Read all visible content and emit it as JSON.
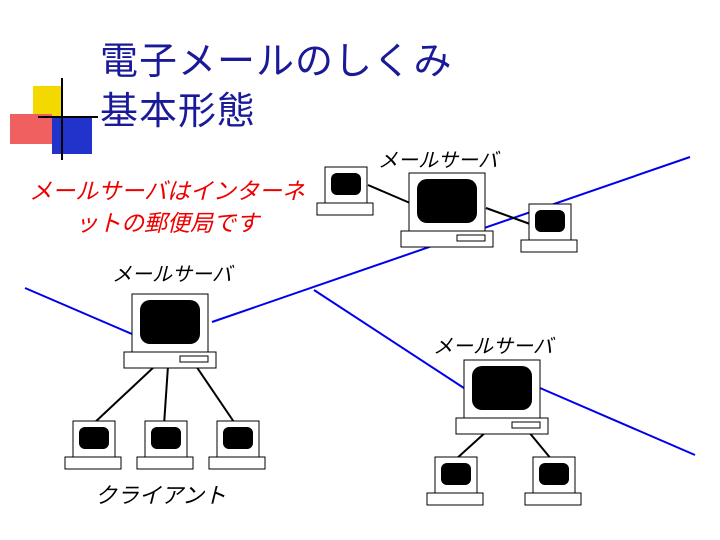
{
  "slide": {
    "title_line1": "電子メールのしくみ",
    "title_line2": "基本形態",
    "caption": "メールサーバはインターネットの郵便局です"
  },
  "diagram": {
    "server_labels": [
      "メールサーバ",
      "メールサーバ",
      "メールサーバ"
    ],
    "client_label": "クライアント"
  },
  "colors": {
    "title": "#1a1a99",
    "caption": "#ee0000",
    "network_line": "#0000ee",
    "deco_yellow": "#f4d900",
    "deco_red": "#f06060",
    "deco_blue": "#2233cc"
  }
}
